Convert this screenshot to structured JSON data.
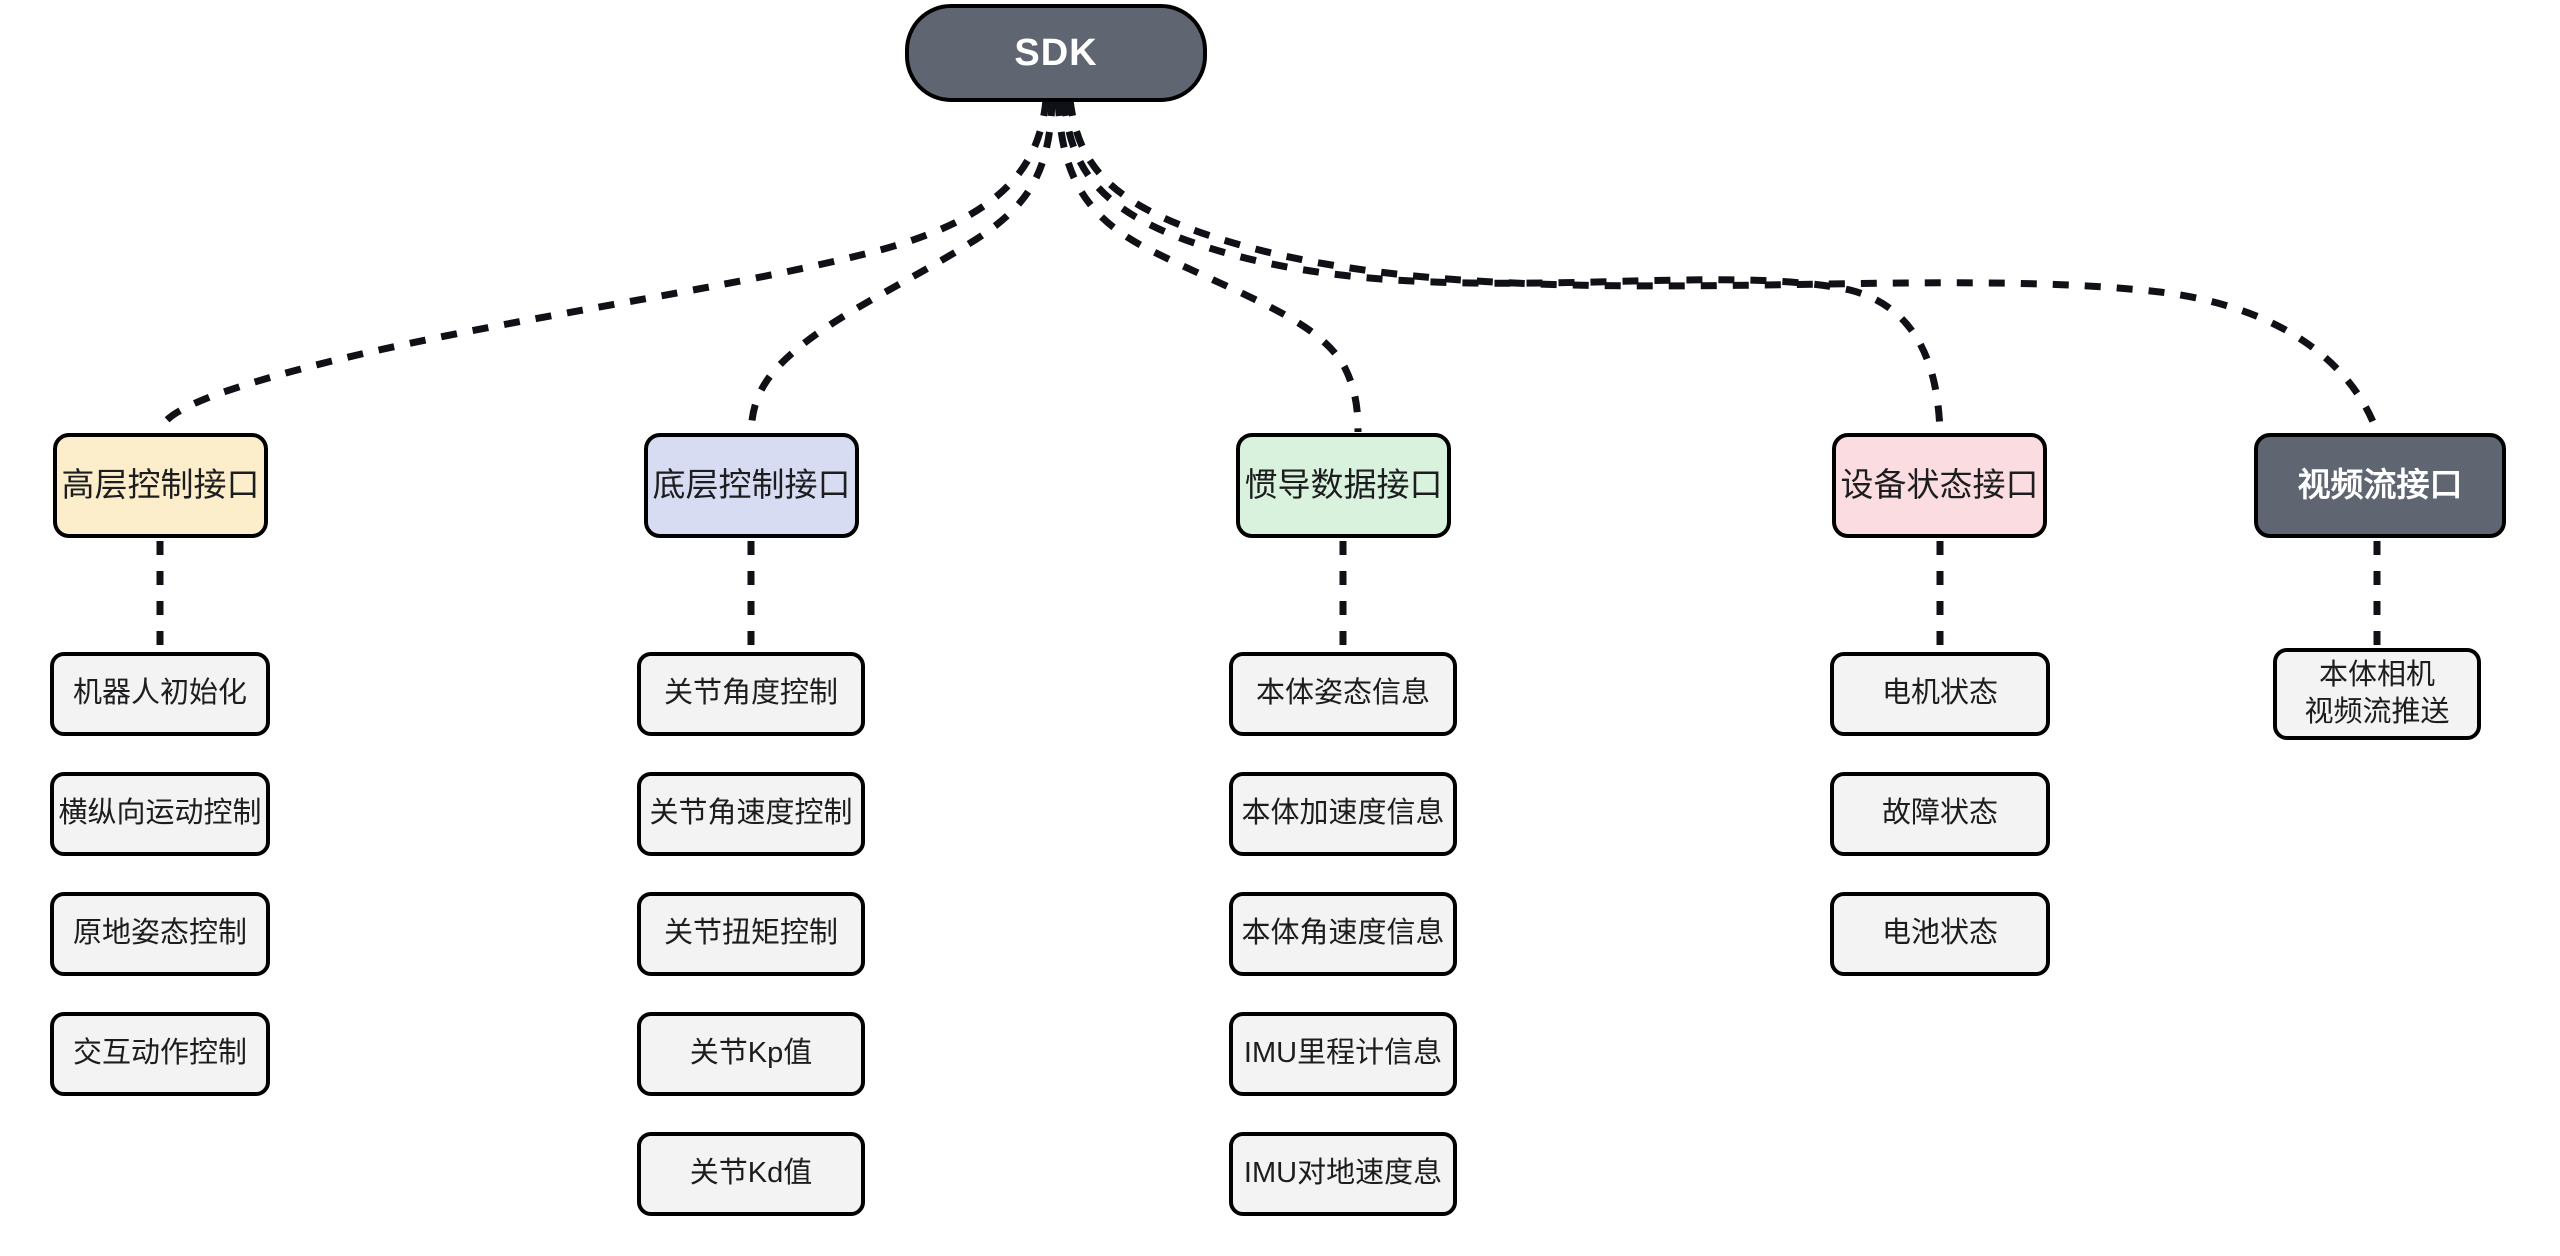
{
  "diagram": {
    "title_node": {
      "label": "SDK",
      "fill": "#5f6571",
      "text_color": "#ffffff"
    },
    "background": "#ffffff",
    "edge_color": "#0f1116",
    "columns": [
      {
        "id": "high-level-control",
        "category": {
          "label": "高层控制接口",
          "fill": "#fceecb",
          "text_color": "#1d1d1f"
        },
        "leaves": [
          {
            "label": "机器人初始化"
          },
          {
            "label": "横纵向运动控制"
          },
          {
            "label": "原地姿态控制"
          },
          {
            "label": "交互动作控制"
          }
        ]
      },
      {
        "id": "low-level-control",
        "category": {
          "label": "底层控制接口",
          "fill": "#d7dcf2",
          "text_color": "#1d1d1f"
        },
        "leaves": [
          {
            "label": "关节角度控制"
          },
          {
            "label": "关节角速度控制"
          },
          {
            "label": "关节扭矩控制"
          },
          {
            "label": "关节Kp值"
          },
          {
            "label": "关节Kd值"
          }
        ]
      },
      {
        "id": "imu-data",
        "category": {
          "label": "惯导数据接口",
          "fill": "#d9f2de",
          "text_color": "#1d1d1f"
        },
        "leaves": [
          {
            "label": "本体姿态信息"
          },
          {
            "label": "本体加速度信息"
          },
          {
            "label": "本体角速度信息"
          },
          {
            "label": "IMU里程计信息"
          },
          {
            "label": "IMU对地速度息"
          }
        ]
      },
      {
        "id": "device-status",
        "category": {
          "label": "设备状态接口",
          "fill": "#fbdde1",
          "text_color": "#1d1d1f"
        },
        "leaves": [
          {
            "label": "电机状态"
          },
          {
            "label": "故障状态"
          },
          {
            "label": "电池状态"
          }
        ]
      },
      {
        "id": "video-stream",
        "category": {
          "label": "视频流接口",
          "fill": "#5f6571",
          "text_color": "#ffffff"
        },
        "leaves": [
          {
            "label": "本体相机\n视频流推送"
          }
        ]
      }
    ]
  }
}
